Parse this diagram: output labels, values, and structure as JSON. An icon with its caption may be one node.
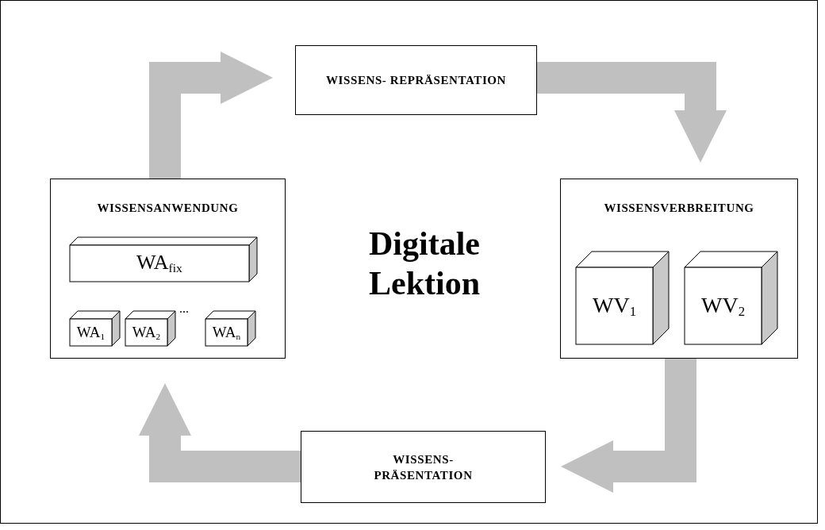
{
  "diagram": {
    "title": "Digitale Lektion",
    "nodes": [
      {
        "text": [
          "WISSENS- REPRÄSENTATION"
        ]
      },
      {
        "text": [
          "WISSENSANWENDUNG"
        ]
      },
      {
        "text": [
          "WA$_{fix}$"
        ],
        "in": 1
      },
      {
        "text": [
          "WA$_{1}$"
        ],
        "in": 1
      },
      {
        "text": [
          "WA$_{2}$"
        ],
        "in": 1
      },
      {
        "text": [
          "WA$_{n}$"
        ],
        "in": 1
      },
      {
        "text": [
          "WISSENSVERBREITUNG"
        ]
      },
      {
        "text": [
          "WV$_{1}$"
        ],
        "in": 6
      },
      {
        "text": [
          "WV$_{2}$"
        ],
        "in": 6
      },
      {
        "text": [
          "WISSENS- PRÄSENTATION"
        ]
      }
    ],
    "edges": [
      {
        "from": 1,
        "to": 0,
        "arrow": "to"
      },
      {
        "from": 0,
        "to": 6,
        "arrow": "to"
      },
      {
        "from": 6,
        "to": 9,
        "arrow": "to"
      },
      {
        "from": 9,
        "to": 1,
        "arrow": "to"
      }
    ],
    "labels": [
      "..."
    ]
  }
}
